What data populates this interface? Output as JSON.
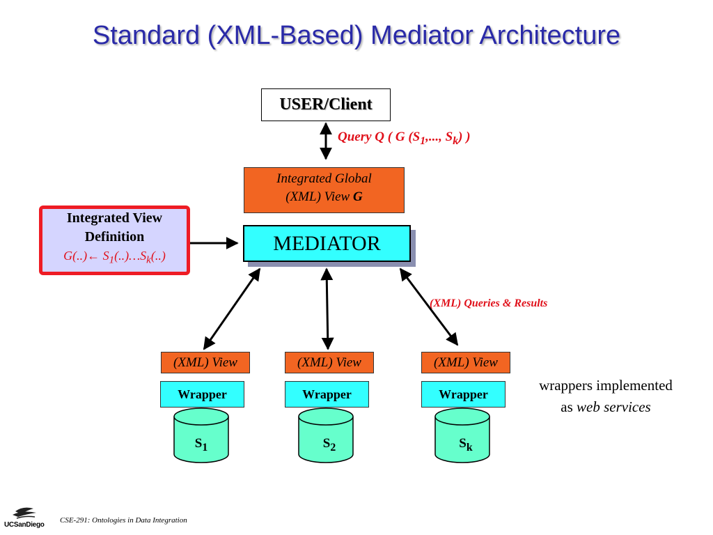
{
  "title": "Standard (XML-Based) Mediator Architecture",
  "user_client": "USER/Client",
  "query": {
    "prefix": "Query Q ( G (S",
    "sub1": "1",
    "mid": ",..., S",
    "subk": "k",
    "suffix": ") )"
  },
  "global_view": {
    "line1": "Integrated Global",
    "line2_prefix": "(XML) View ",
    "line2_bold": "G"
  },
  "view_definition": {
    "line1": "Integrated View",
    "line2": "Definition",
    "formula_a": "G(..)",
    "formula_arrow": "←",
    "formula_b": " S",
    "formula_sub1": "1",
    "formula_c": "(..)…S",
    "formula_subk": "k",
    "formula_d": "(..)"
  },
  "mediator": "MEDIATOR",
  "queries_results": "(XML) Queries & Results",
  "sources": [
    {
      "view": "(XML) View",
      "wrapper": "Wrapper",
      "name": "S",
      "sub": "1"
    },
    {
      "view": "(XML) View",
      "wrapper": "Wrapper",
      "name": "S",
      "sub": "2"
    },
    {
      "view": "(XML) View",
      "wrapper": "Wrapper",
      "name": "S",
      "sub": "k"
    }
  ],
  "wrappers_note": {
    "line1": "wrappers implemented",
    "line2_prefix": "as ",
    "line2_italic": "web services"
  },
  "footer": "CSE-291: Ontologies in Data Integration",
  "logo_text": "UCSanDiego",
  "colors": {
    "title": "#2a2aa8",
    "accent_red": "#e0101a",
    "orange": "#f26522",
    "cyan": "#33ffff",
    "source_cylinder": "#66ffcc",
    "ivd_fill": "#d5d5ff"
  }
}
